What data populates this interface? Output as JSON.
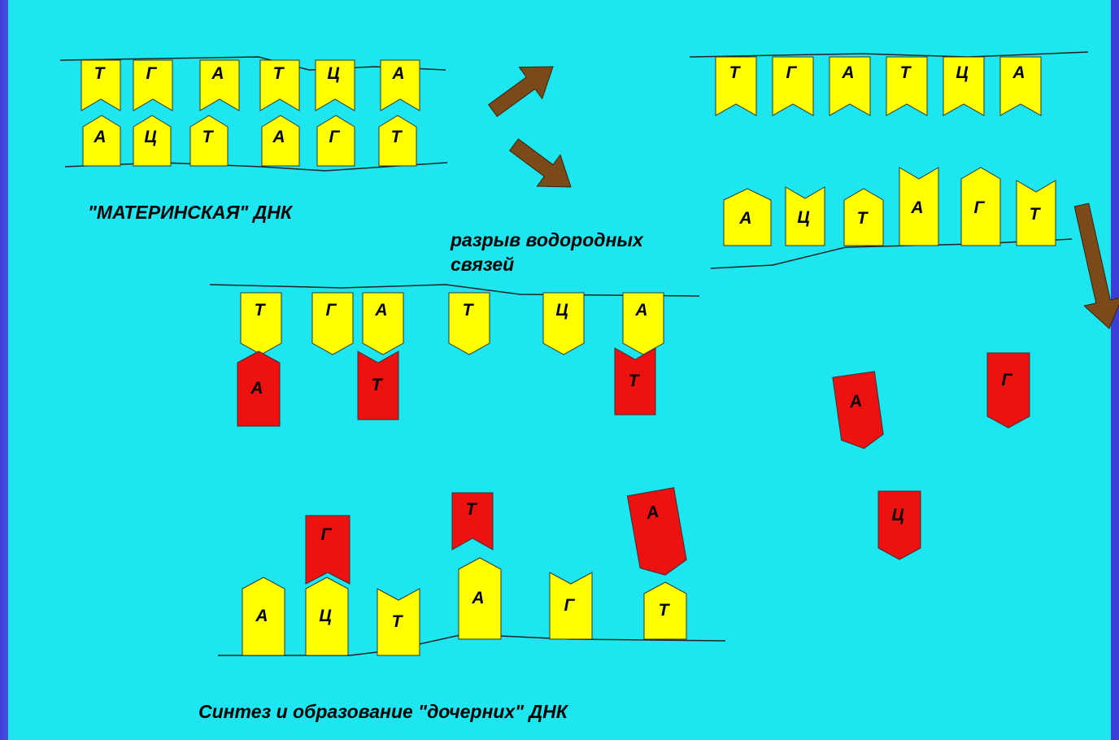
{
  "captions": {
    "mother": "\"МАТЕРИНСКАЯ\"   ДНК",
    "break_line1": "разрыв водородных",
    "break_line2": "связей",
    "synthesis": "Синтез и образование \"дочерних\" ДНК"
  },
  "nucleotides": {
    "mother_top": [
      "Т",
      "Г",
      "А",
      "Т",
      "Ц",
      "А"
    ],
    "mother_bottom": [
      "А",
      "Ц",
      "Т",
      "А",
      "Г",
      "Т"
    ],
    "separated_top": [
      "Т",
      "Г",
      "А",
      "Т",
      "Ц",
      "А"
    ],
    "separated_bottom": [
      "А",
      "Ц",
      "Т",
      "А",
      "Г",
      "Т"
    ],
    "synth_top_old": [
      "Т",
      "Г",
      "А",
      "Т",
      "Ц",
      "А"
    ],
    "synth_top_new": [
      "А",
      "Т",
      "Т"
    ],
    "free_new": [
      "А",
      "Г",
      "Ц"
    ],
    "synth_bottom_old": [
      "А",
      "Ц",
      "Т",
      "А",
      "Г",
      "Т"
    ],
    "synth_bottom_new": [
      "Г",
      "Т",
      "А"
    ]
  },
  "colors": {
    "background": "#1ee6f0",
    "border": "#3b3fd6",
    "old_strand": "#ffff00",
    "new_strand": "#ee1111",
    "arrow": "#7a4a1a"
  }
}
